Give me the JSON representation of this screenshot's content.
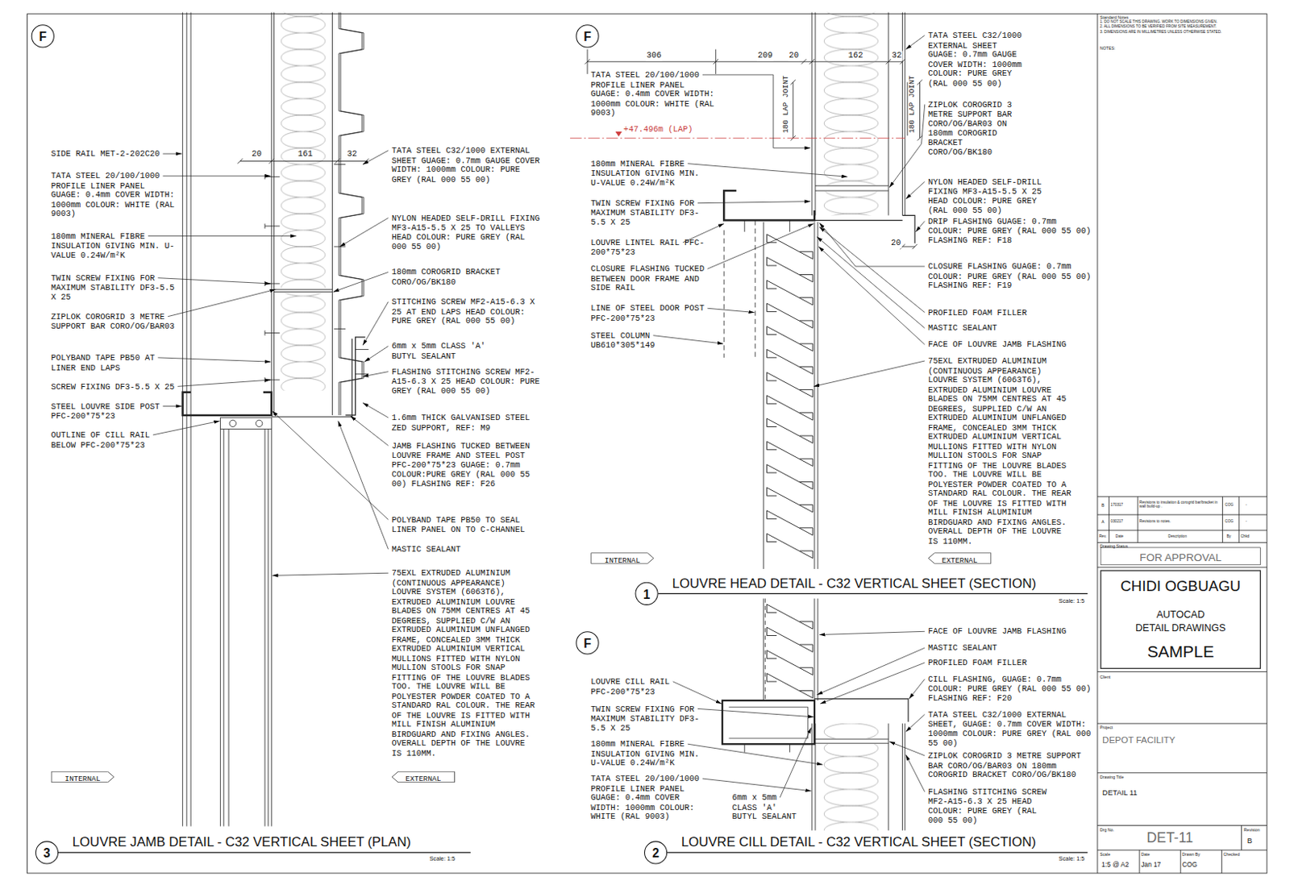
{
  "diagram": {
    "nodes": [
      {
        "text": [
          "F"
        ]
      },
      {
        "text": [
          "INTERNAL"
        ]
      },
      {
        "text": [
          "EXTERNAL"
        ]
      },
      {
        "text": [
          "3"
        ]
      },
      {
        "text": [
          "F"
        ]
      },
      {
        "text": [
          "INTERNAL"
        ]
      },
      {
        "text": [
          "EXTERNAL"
        ]
      },
      {
        "text": [
          "1"
        ]
      },
      {
        "text": [
          "F"
        ]
      },
      {
        "text": [
          "2"
        ]
      }
    ],
    "labels": [
      "SIDE RAIL MET-2-202C20",
      "TATA STEEL 20/100/1000 PROFILE LINER PANEL GUAGE: 0.4mm COVER WIDTH: 1000mm COLOUR: WHITE (RAL 9003)",
      "180mm MINERAL FIBRE INSULATION GIVING MIN. U-VALUE 0.24W/m²K",
      "TWIN SCREW FIXING FOR MAXIMUM STABILITY DF3-5.5 X 25",
      "ZIPLOK COROGRID 3 METRE SUPPORT BAR CORO/OG/BAR03",
      "POLYBAND TAPE PB50 AT LINER END LAPS",
      "SCREW FIXING DF3-5.5 X 25",
      "STEEL LOUVRE SIDE POST PFC-200*75*23",
      "OUTLINE OF CILL RAIL BELOW PFC-200*75*23",
      "20",
      "161",
      "32",
      "TATA STEEL C32/1000 EXTERNAL SHEET GUAGE: 0.7mm GAUGE COVER WIDTH: 1000mm COLOUR: PURE GREY (RAL 000 55 00)",
      "NYLON HEADED SELF-DRILL FIXING MF3-A15-5.5 X 25 TO VALLEYS HEAD COLOUR: PURE GREY (RAL 000 55 00)",
      "180mm COROGRID BRACKET CORO/OG/BK180",
      "STITCHING SCREW MF2-A15-6.3 X 25 AT END LAPS HEAD COLOUR: PURE GREY (RAL 000 55 00)",
      "6mm x 5mm CLASS 'A' BUTYL SEALANT",
      "FLASHING STITCHING SCREW MF2-A15-6.3 X 25 HEAD COLOUR: PURE GREY (RAL 000 55 00)",
      "1.6mm THICK GALVANISED STEEL ZED SUPPORT, REF: M9",
      "JAMB FLASHING TUCKED BETWEEN LOUVRE FRAME AND STEEL POST PFC-200*75*23 GUAGE: 0.7mm COLOUR:PURE GREY (RAL 000 55 00) FLASHING REF: F26",
      "POLYBAND TAPE PB50 TO SEAL LINER PANEL ON TO C-CHANNEL",
      "MASTIC SEALANT",
      "75EXL EXTRUDED ALUMINIUM (CONTINUOUS APPEARANCE) LOUVRE SYSTEM (6063T6), EXTRUDED ALUMINIUM LOUVRE BLADES ON 75MM CENTRES AT 45 DEGREES, SUPPLIED C/W AN EXTRUDED ALUMINIUM UNFLANGED FRAME, CONCEALED 3MM THICK EXTRUDED ALUMINIUM VERTICAL MULLIONS FITTED WITH NYLON MULLION STOOLS FOR SNAP FITTING OF THE LOUVRE BLADES TOO. THE LOUVRE WILL BE POLYESTER POWDER COATED TO A STANDARD RAL COLOUR. THE REAR OF THE LOUVRE IS FITTED WITH MILL FINISH ALUMINIUM BIRDGUARD AND FIXING ANGLES. OVERALL DEPTH OF THE LOUVRE IS 110MM.",
      "LOUVRE JAMB DETAIL - C32 VERTICAL SHEET (PLAN)",
      "Scale: 1:5",
      "306",
      "209",
      "20",
      "162",
      "32",
      "TATA STEEL 20/100/1000 PROFILE LINER PANEL GUAGE: 0.4mm COVER WIDTH: 1000mm COLOUR: WHITE (RAL 9003)",
      "+47.496m (LAP)",
      "180 LAP JOINT",
      "180 LAP JOINT",
      "180mm MINERAL FIBRE INSULATION GIVING MIN. U-VALUE 0.24W/m²K",
      "TWIN SCREW FIXING FOR MAXIMUM STABILITY DF3-5.5 X 25",
      "LOUVRE LINTEL RAIL PFC-200*75*23",
      "CLOSURE FLASHING TUCKED BETWEEN DOOR FRAME AND SIDE RAIL",
      "LINE OF STEEL DOOR POST PFC-200*75*23",
      "STEEL COLUMN UB610*305*149",
      "TATA STEEL C32/1000 EXTERNAL SHEET GUAGE: 0.7mm GAUGE COVER WIDTH: 1000mm COLOUR: PURE GREY (RAL 000 55 00)",
      "ZIPLOK COROGRID 3 METRE SUPPORT BAR CORO/OG/BAR03 ON 180mm COROGRID BRACKET CORO/OG/BK180",
      "NYLON HEADED SELF-DRILL FIXING MF3-A15-5.5 X 25 HEAD COLOUR: PURE GREY (RAL 000 55 00)",
      "DRIP FLASHING GUAGE: 0.7mm COLOUR: PURE GREY (RAL 000 55 00) FLASHING REF: F18",
      "20",
      "CLOSURE FLASHING GUAGE: 0.7mm COLOUR: PURE GREY (RAL 000 55 00) FLASHING REF: F19",
      "PROFILED FOAM FILLER",
      "MASTIC SEALANT",
      "FACE OF LOUVRE JAMB FLASHING",
      "75EXL EXTRUDED ALUMINIUM (CONTINUOUS APPEARANCE) LOUVRE SYSTEM (6063T6), EXTRUDED ALUMINIUM LOUVRE BLADES ON 75MM CENTRES AT 45 DEGREES, SUPPLIED C/W AN EXTRUDED ALUMINIUM UNFLANGED FRAME, CONCEALED 3MM THICK EXTRUDED ALUMINIUM VERTICAL MULLIONS FITTED WITH NYLON MULLION STOOLS FOR SNAP FITTING OF THE LOUVRE BLADES TOO. THE LOUVRE WILL BE POLYESTER POWDER COATED TO A STANDARD RAL COLOUR. THE REAR OF THE LOUVRE IS FITTED WITH MILL FINISH ALUMINIUM BIRDGUARD AND FIXING ANGLES. OVERALL DEPTH OF THE LOUVRE IS 110MM.",
      "LOUVRE HEAD DETAIL - C32 VERTICAL SHEET (SECTION)",
      "Scale: 1:5",
      "FACE OF LOUVRE JAMB FLASHING",
      "MASTIC SEALANT",
      "PROFILED FOAM FILLER",
      "CILL FLASHING, GUAGE: 0.7mm COLOUR: PURE GREY (RAL 000 55 00) FLASHING REF: F20",
      "TATA STEEL C32/1000 EXTERNAL SHEET, GUAGE: 0.7mm COVER WIDTH: 1000mm COLOUR: PURE GREY (RAL 000 55 00)",
      "ZIPLOK COROGRID 3 METRE SUPPORT BAR CORO/OG/BAR03 ON 180mm COROGRID BRACKET CORO/OG/BK180",
      "FLASHING STITCHING SCREW MF2-A15-6.3 X 25 HEAD COLOUR: PURE GREY (RAL 000 55 00)",
      "LOUVRE CILL RAIL PFC-200*75*23",
      "TWIN SCREW FIXING FOR MAXIMUM STABILITY DF3-5.5 X 25",
      "180mm MINERAL FIBRE INSULATION GIVING MIN. U-VALUE 0.24W/m²K",
      "TATA STEEL 20/100/1000 PROFILE LINER PANEL GUAGE: 0.4mm COVER WIDTH: 1000mm COLOUR: WHITE (RAL 9003)",
      "6mm x 5mm CLASS 'A' BUTYL SEALANT",
      "LOUVRE CILL DETAIL - C32 VERTICAL SHEET (SECTION)",
      "Scale: 1:5",
      "Standard Notes",
      "1. DO NOT SCALE THIS DRAWING. WORK TO DIMENSIONS GIVEN.",
      "2. ALL DIMENSIONS TO BE VERIFIED FROM SITE MEASUREMENT.",
      "3. DIMENSIONS ARE IN MILLIMETRES UNLESS OTHERWISE STATED.",
      "NOTES:",
      "B",
      "170317",
      "Revisions to insulation & corogrid bar/bracket in wall build-up .",
      "COG",
      "-",
      "A",
      "030217",
      "Revisions to notes.",
      "COG",
      "-",
      "Rev.",
      "Date",
      "Description",
      "By",
      "Chkd",
      "Drawing Status",
      "FOR APPROVAL",
      "CHIDI OGBUAGU",
      "AUTOCAD",
      "DETAIL DRAWINGS",
      "SAMPLE",
      "Client",
      "Project",
      "DEPOT FACILITY",
      "Drawing Title",
      "DETAIL 11",
      "Drg No.",
      "DET-11",
      "Revision",
      "B",
      "Scale",
      "1:5 @ A2",
      "Date",
      "Jan 17",
      "Drawn By",
      "COG",
      "Checked"
    ]
  }
}
